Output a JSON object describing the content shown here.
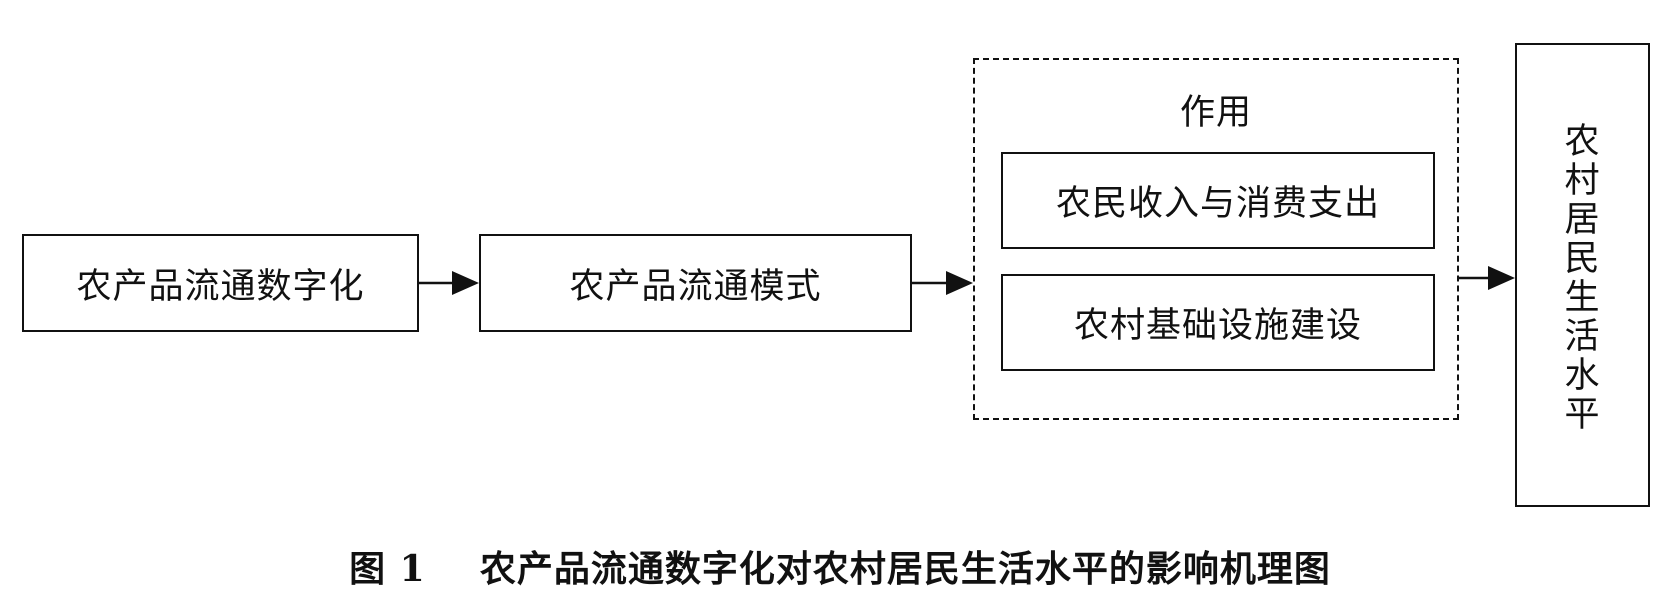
{
  "diagram": {
    "nodes": {
      "digitalization": "农产品流通数字化",
      "mode": "农产品流通模式",
      "effect_title": "作用",
      "income": "农民收入与消费支出",
      "infrastructure": "农村基础设施建设",
      "living_standard": [
        "农",
        "村",
        "居",
        "民",
        "生",
        "活",
        "水",
        "平"
      ]
    },
    "edges": [
      {
        "from": "digitalization",
        "to": "mode"
      },
      {
        "from": "mode",
        "to": "effect_group"
      },
      {
        "from": "effect_group",
        "to": "living_standard"
      }
    ]
  },
  "caption": {
    "label": "图 1",
    "text": "农产品流通数字化对农村居民生活水平的影响机理图"
  }
}
